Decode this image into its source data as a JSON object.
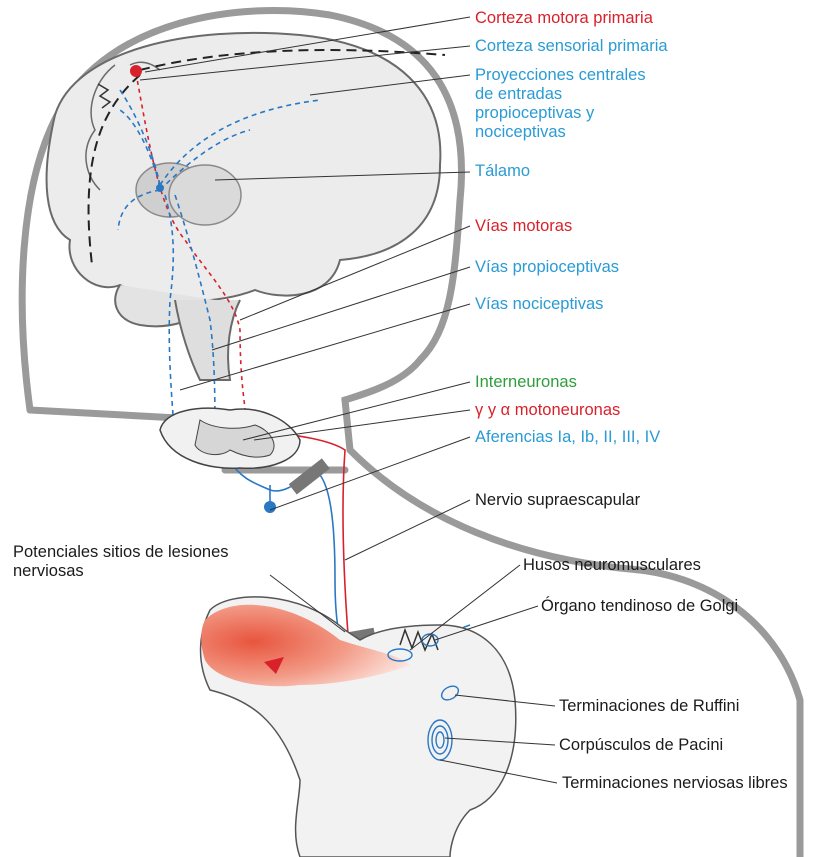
{
  "labels": {
    "corteza_motora": "Corteza motora primaria",
    "corteza_sensorial": "Corteza sensorial primaria",
    "proyecciones": "Proyecciones centrales de entradas propioceptivas y nociceptivas",
    "talamo": "Tálamo",
    "vias_motoras": "Vías motoras",
    "vias_propioceptivas": "Vías propioceptivas",
    "vias_nociceptivas": "Vías nociceptivas",
    "interneuronas": "Interneuronas",
    "motoneuronas": "γ y α motoneuronas",
    "aferencias": "Aferencias Ia, Ib, II, III, IV",
    "nervio": "Nervio supraescapular",
    "lesiones": "Potenciales sitios de lesiones nerviosas",
    "husos": "Husos neuromusculares",
    "golgi": "Órgano tendinoso de Golgi",
    "ruffini": "Terminaciones de Ruffini",
    "pacini": "Corpúsculos de Pacini",
    "libres": "Terminaciones nerviosas libres"
  },
  "colors": {
    "motor": "#d9212b",
    "sensory": "#2a9bd4",
    "interneuron": "#2f9d3c",
    "outline": "#9a9a9a",
    "lesion": "#777777"
  }
}
